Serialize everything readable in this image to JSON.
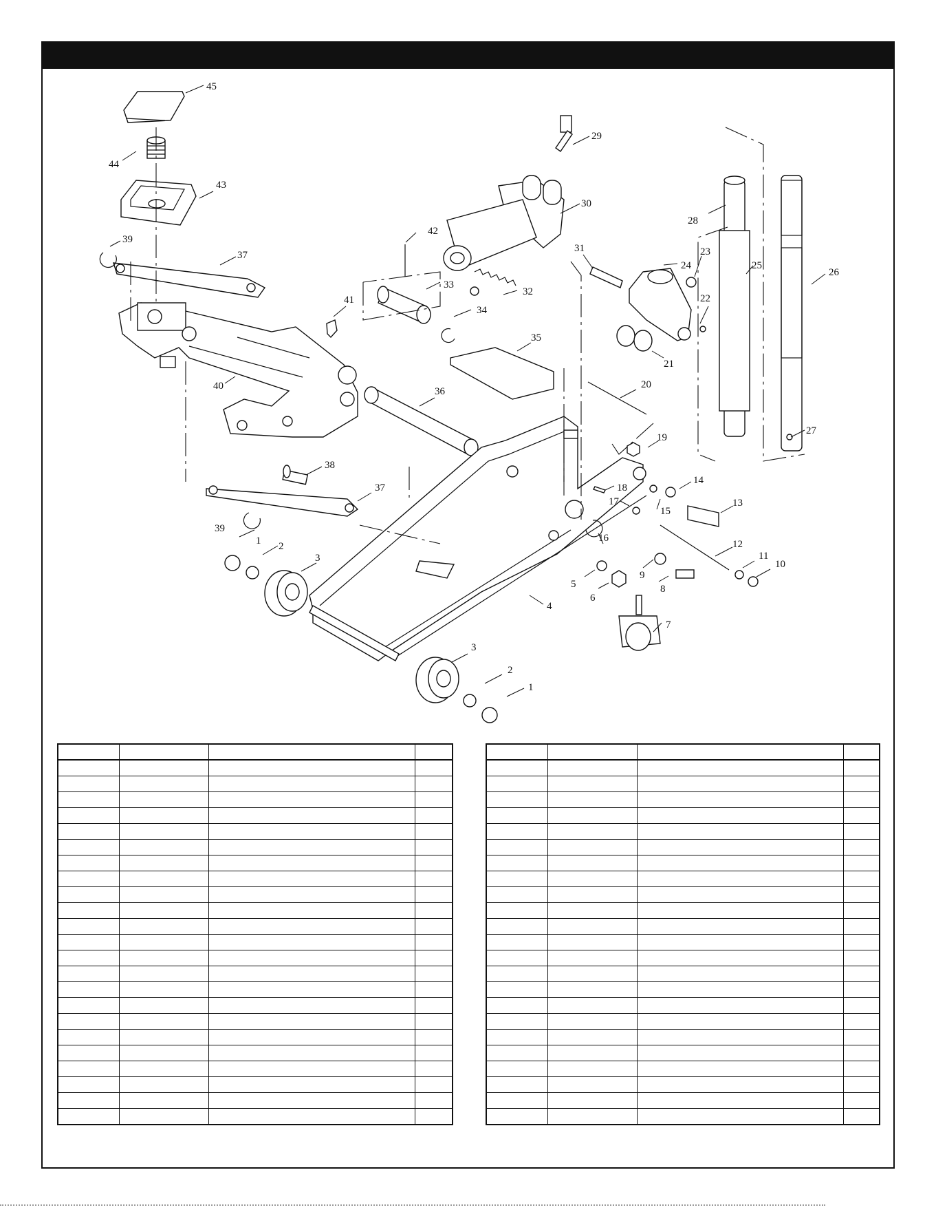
{
  "header": {
    "title": ""
  },
  "callouts": [
    "45",
    "44",
    "43",
    "39",
    "37",
    "41",
    "40",
    "38",
    "37",
    "39",
    "1",
    "2",
    "3",
    "42",
    "33",
    "32",
    "34",
    "29",
    "30",
    "31",
    "35",
    "36",
    "20",
    "19",
    "18",
    "17",
    "16",
    "15",
    "14",
    "13",
    "12",
    "11",
    "10",
    "9",
    "8",
    "5",
    "6",
    "4",
    "7",
    "3",
    "2",
    "1",
    "21",
    "22",
    "23",
    "24",
    "28",
    "25",
    "26",
    "27"
  ],
  "tables": [
    {
      "columns": [
        "",
        "",
        "",
        ""
      ],
      "row_count": 23
    },
    {
      "columns": [
        "",
        "",
        "",
        ""
      ],
      "row_count": 23
    }
  ]
}
